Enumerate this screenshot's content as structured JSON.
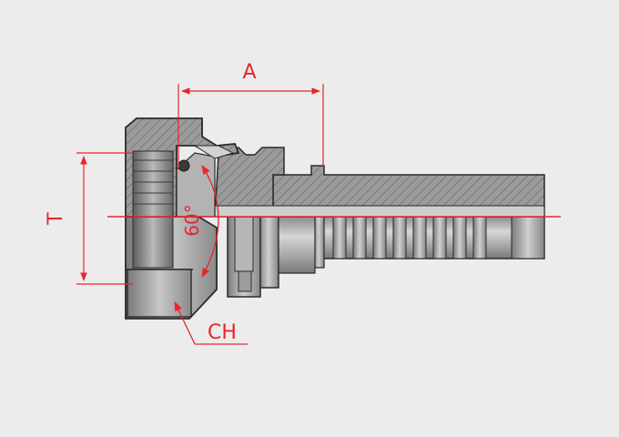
{
  "labels": {
    "dim_a": "A",
    "dim_t": "T",
    "dim_angle": "60°",
    "dim_ch": "CH"
  },
  "colors": {
    "background": "#ececec",
    "dimension": "#e8262c",
    "outline": "#2a2a2a",
    "metal_light": "#c4c4c4",
    "metal_mid": "#9a9a9a",
    "metal_dark": "#6d6d6d",
    "section_fill": "#8f8f8f"
  }
}
